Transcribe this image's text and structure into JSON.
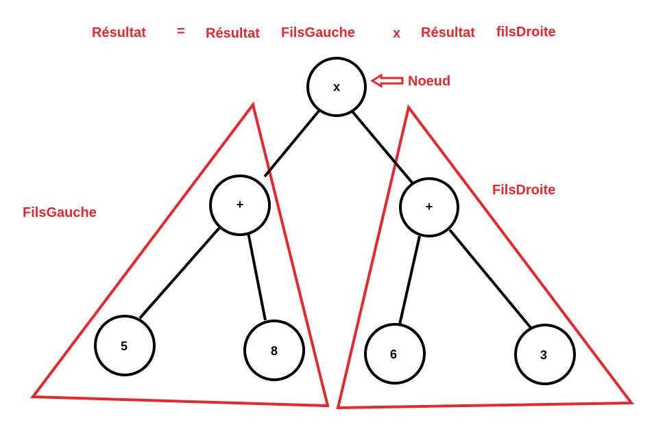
{
  "formula": {
    "result": "Résultat",
    "equals": "=",
    "left_result": "Résultat",
    "left_name": "FilsGauche",
    "times": "x",
    "right_result": "Résultat",
    "right_name": "filsDroite"
  },
  "annotations": {
    "node_label": "Noeud",
    "left_subtree_label": "FilsGauche",
    "right_subtree_label": "FilsDroite"
  },
  "tree": {
    "root": "x",
    "left_op": "+",
    "right_op": "+",
    "leaf_1": "5",
    "leaf_2": "8",
    "leaf_3": "6",
    "leaf_4": "3"
  },
  "colors": {
    "accent": "#e8262b",
    "lines": "#000000"
  }
}
